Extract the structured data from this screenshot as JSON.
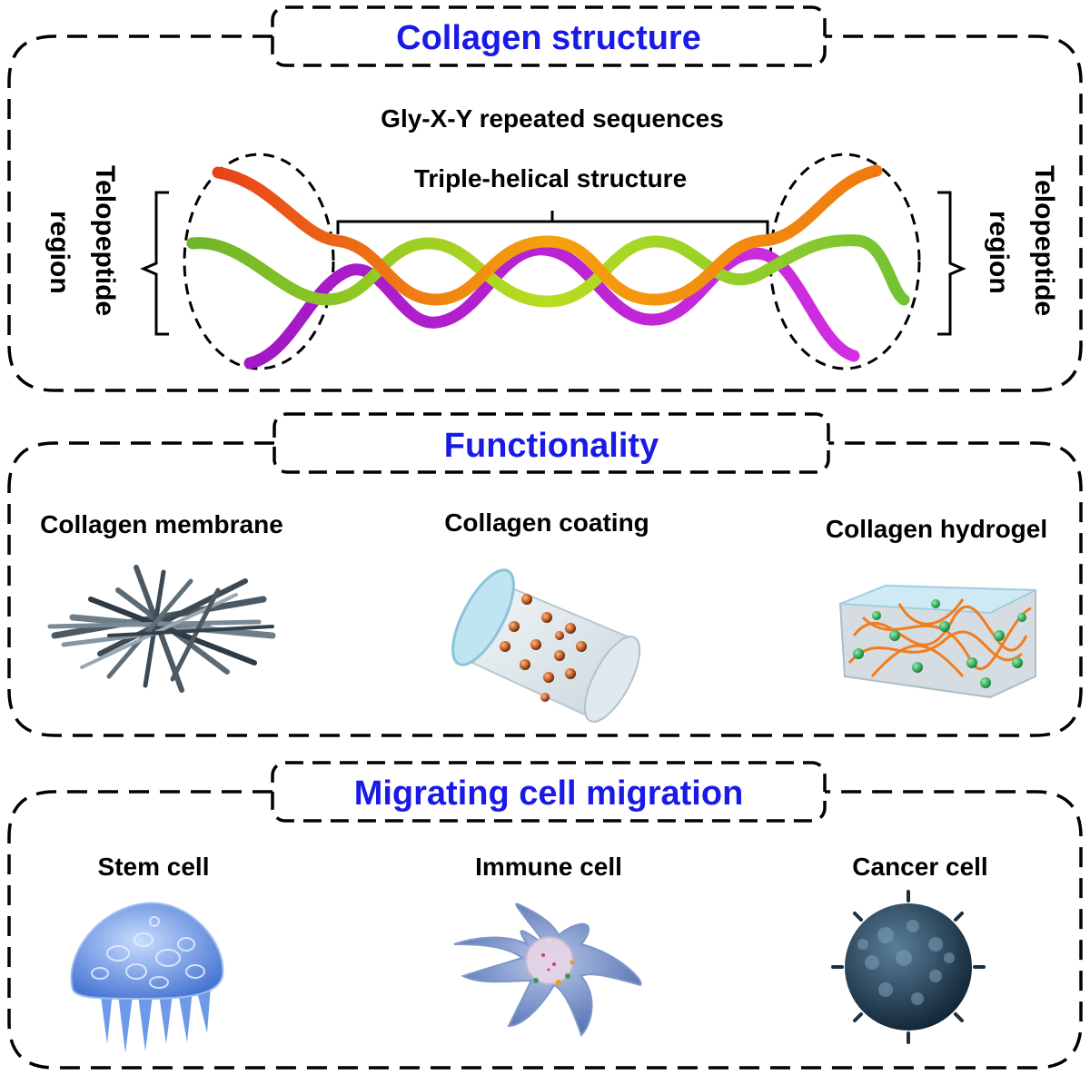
{
  "sections": {
    "structure": {
      "title": "Collagen structure",
      "sequence_label": "Gly-X-Y repeated sequences",
      "helix_label": "Triple-helical structure",
      "telopeptide_left": "Telopeptide region",
      "telopeptide_right": "Telopeptide region",
      "strand_colors": {
        "orange": "#f08a12",
        "green": "#8ccf1e",
        "magenta": "#c21ed6"
      }
    },
    "functionality": {
      "title": "Functionality",
      "items": [
        {
          "label": "Collagen membrane",
          "icon": "fiber-mesh-icon"
        },
        {
          "label": "Collagen coating",
          "icon": "coated-cylinder-icon"
        },
        {
          "label": "Collagen hydrogel",
          "icon": "hydrogel-block-icon"
        }
      ]
    },
    "migration": {
      "title": "Migrating cell migration",
      "items": [
        {
          "label": "Stem cell",
          "icon": "stem-cell-icon"
        },
        {
          "label": "Immune cell",
          "icon": "immune-cell-icon"
        },
        {
          "label": "Cancer cell",
          "icon": "cancer-cell-icon"
        }
      ]
    }
  },
  "colors": {
    "title": "#1a1ae6",
    "frame": "#000000"
  }
}
